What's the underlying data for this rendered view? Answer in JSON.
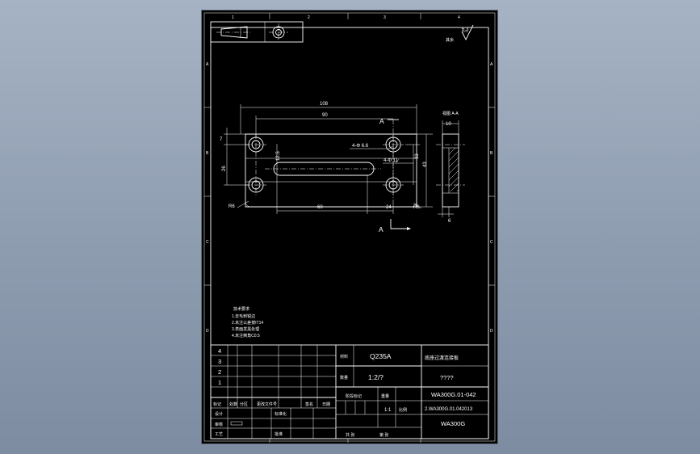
{
  "drawing": {
    "zone_numbers_top": [
      "1",
      "2",
      "3",
      "4"
    ],
    "surface_finish": {
      "symbol_label": "其余",
      "value": "6.3"
    },
    "view_label": "A",
    "section_label": "A",
    "side_view_title": "视图 A-A",
    "dimensions": {
      "overall_length": "108",
      "hole_spacing": "90",
      "slot_length": "60",
      "slot_offset": "24",
      "top_offset": "7",
      "hole_vertical_spacing": "26",
      "slot_width": "12.5",
      "inner_height": "33",
      "overall_height": "43",
      "holes_small": "4-Φ 6.6",
      "holes_large": "4-Φ 11",
      "corner_radius_left": "R6",
      "corner_radius_right": "R6",
      "side_thickness_top": "10",
      "side_thickness_bottom": "6"
    },
    "technical_notes": {
      "title": "技术要求",
      "lines": [
        "1.去毛刺锐边",
        "2.未注公差按IT14",
        "3.表面发黑处理",
        "4.未注倒角C0.5"
      ]
    }
  },
  "title_block": {
    "revision_rows": [
      "4",
      "3",
      "2",
      "1"
    ],
    "header_labels": [
      "标记",
      "处数",
      "分区",
      "更改文件号",
      "签名",
      "日期"
    ],
    "role_labels": [
      "设计",
      "审核",
      "工艺"
    ],
    "role_labels_right": [
      "标准化",
      "批准"
    ],
    "material_label": "材料",
    "material": "Q235A",
    "ratio_label": "数量",
    "ratio_value": "1:2/?",
    "part_name": "底座过渡连接板",
    "part_code": "????",
    "stage_labels": [
      "阶段标记",
      "重量",
      "比例"
    ],
    "scale": "1:1",
    "sheet_labels": [
      "共  张",
      "第  张"
    ],
    "drawing_number": "WA300G.01-042",
    "file_number": "2.WA300G.01.042013",
    "project": "WA300G"
  }
}
